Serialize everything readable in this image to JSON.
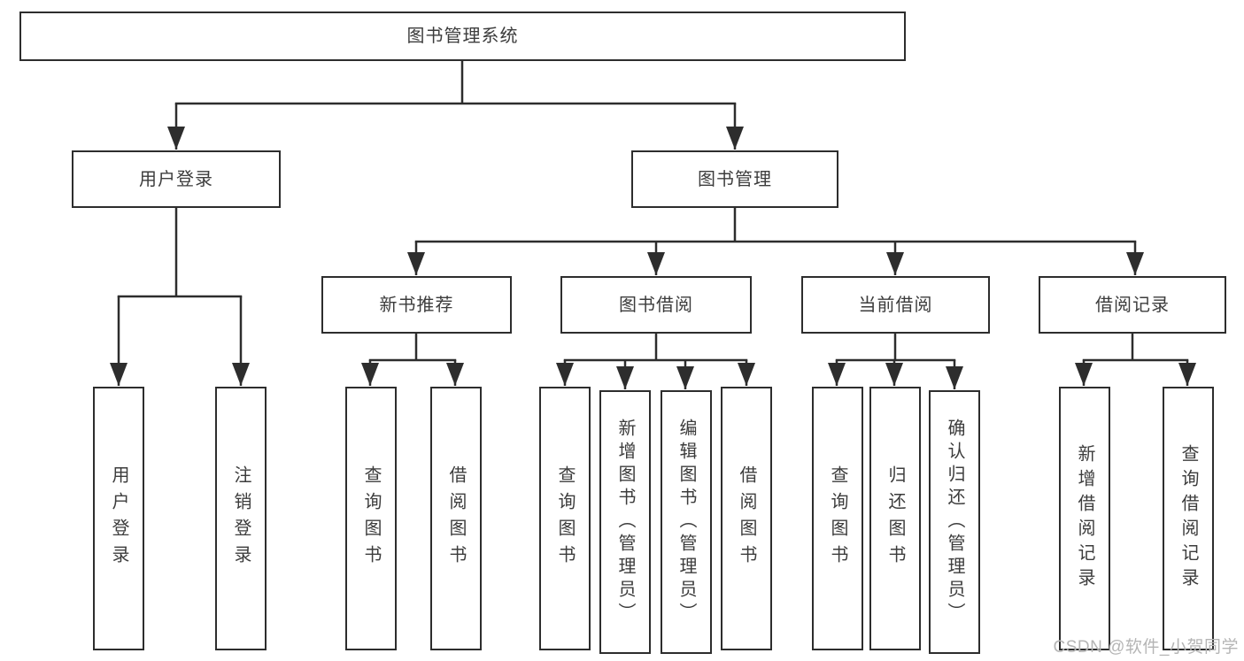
{
  "diagram": {
    "type": "hierarchy-tree",
    "title": "图书管理系统",
    "line_color": "#2d2d2d",
    "box_background": "#ffffff",
    "text_color": "#3c3c3c"
  },
  "nodes": {
    "root": "图书管理系统",
    "user_login": "用户登录",
    "book_mgmt": "图书管理",
    "new_book_rec": "新书推荐",
    "book_borrow": "图书借阅",
    "current_borrow": "当前借阅",
    "borrow_record": "借阅记录",
    "leaf_user_login": "用户登录",
    "leaf_logout": "注销登录",
    "leaf_nb_query": "查询图书",
    "leaf_nb_borrow": "借阅图书",
    "leaf_bb_query": "查询图书",
    "leaf_bb_add": "新增图书（管理员）",
    "leaf_bb_edit": "编辑图书（管理员）",
    "leaf_bb_borrow": "借阅图书",
    "leaf_cb_query": "查询图书",
    "leaf_cb_return": "归还图书",
    "leaf_cb_confirm": "确认归还（管理员）",
    "leaf_br_add": "新增借阅记录",
    "leaf_br_query": "查询借阅记录"
  },
  "hierarchy": {
    "图书管理系统": {
      "用户登录": [
        "用户登录",
        "注销登录"
      ],
      "图书管理": {
        "新书推荐": [
          "查询图书",
          "借阅图书"
        ],
        "图书借阅": [
          "查询图书",
          "新增图书（管理员）",
          "编辑图书（管理员）",
          "借阅图书"
        ],
        "当前借阅": [
          "查询图书",
          "归还图书",
          "确认归还（管理员）"
        ],
        "借阅记录": [
          "新增借阅记录",
          "查询借阅记录"
        ]
      }
    }
  },
  "watermark": "CSDN @软件_小贺同学"
}
